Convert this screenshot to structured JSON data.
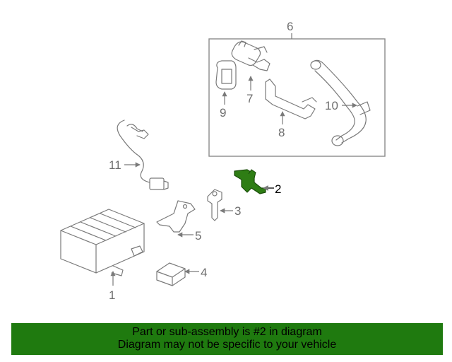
{
  "callouts": [
    "1",
    "2",
    "3",
    "4",
    "5",
    "6",
    "7",
    "8",
    "9",
    "10",
    "11"
  ],
  "highlight_color": "#2e7d14",
  "banner": {
    "line1": "Part or sub-assembly is #2 in diagram",
    "line2": "Diagram may not be specific to your vehicle",
    "background": "#1f7a0f"
  }
}
